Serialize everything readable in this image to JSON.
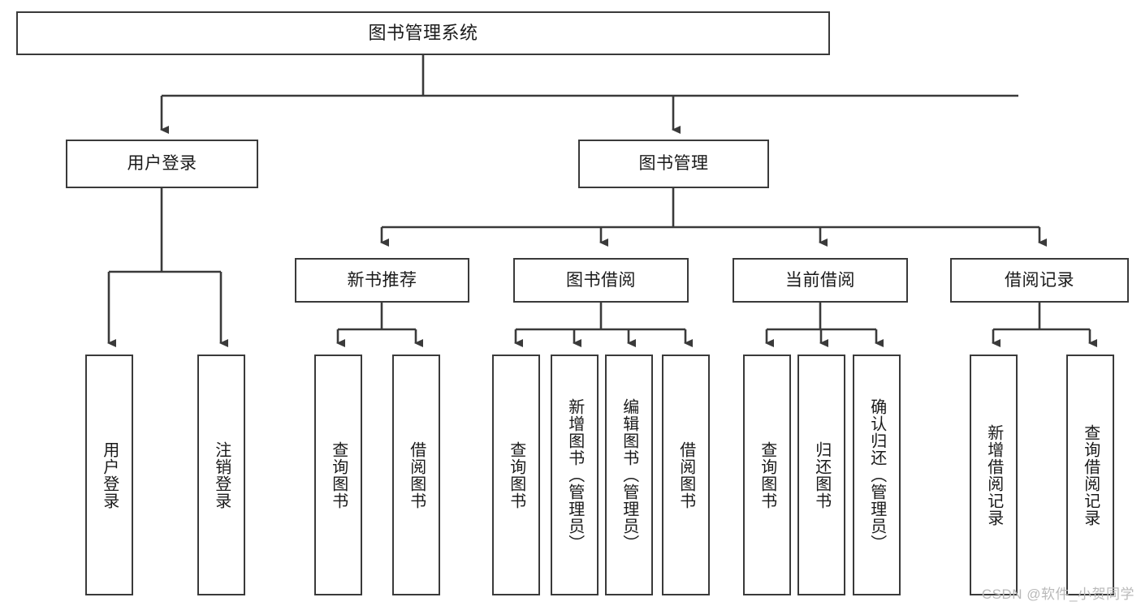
{
  "diagram": {
    "title": "图书管理系统",
    "type": "tree-hierarchy-chart",
    "watermark": "CSDN @软件_小贺同学",
    "colors": {
      "stroke": "#3a3a3a",
      "fill": "#ffffff",
      "text": "#1a1a1a",
      "watermark": "#b9b9b9"
    },
    "nodes": {
      "root": {
        "label": "图书管理系统"
      },
      "level2": [
        {
          "label": "用户登录"
        },
        {
          "label": "图书管理"
        }
      ],
      "level3": [
        {
          "label": "新书推荐"
        },
        {
          "label": "图书借阅"
        },
        {
          "label": "当前借阅"
        },
        {
          "label": "借阅记录"
        }
      ],
      "leaves_user_login": [
        {
          "label": "用户登录"
        },
        {
          "label": "注销登录"
        }
      ],
      "leaves_new_book": [
        {
          "label": "查询图书"
        },
        {
          "label": "借阅图书"
        }
      ],
      "leaves_borrow": [
        {
          "label": "查询图书"
        },
        {
          "label": "新增图书（管理员）"
        },
        {
          "label": "编辑图书（管理员）"
        },
        {
          "label": "借阅图书"
        }
      ],
      "leaves_current": [
        {
          "label": "查询图书"
        },
        {
          "label": "归还图书"
        },
        {
          "label": "确认归还（管理员）"
        }
      ],
      "leaves_record": [
        {
          "label": "新增借阅记录"
        },
        {
          "label": "查询借阅记录"
        }
      ]
    }
  }
}
